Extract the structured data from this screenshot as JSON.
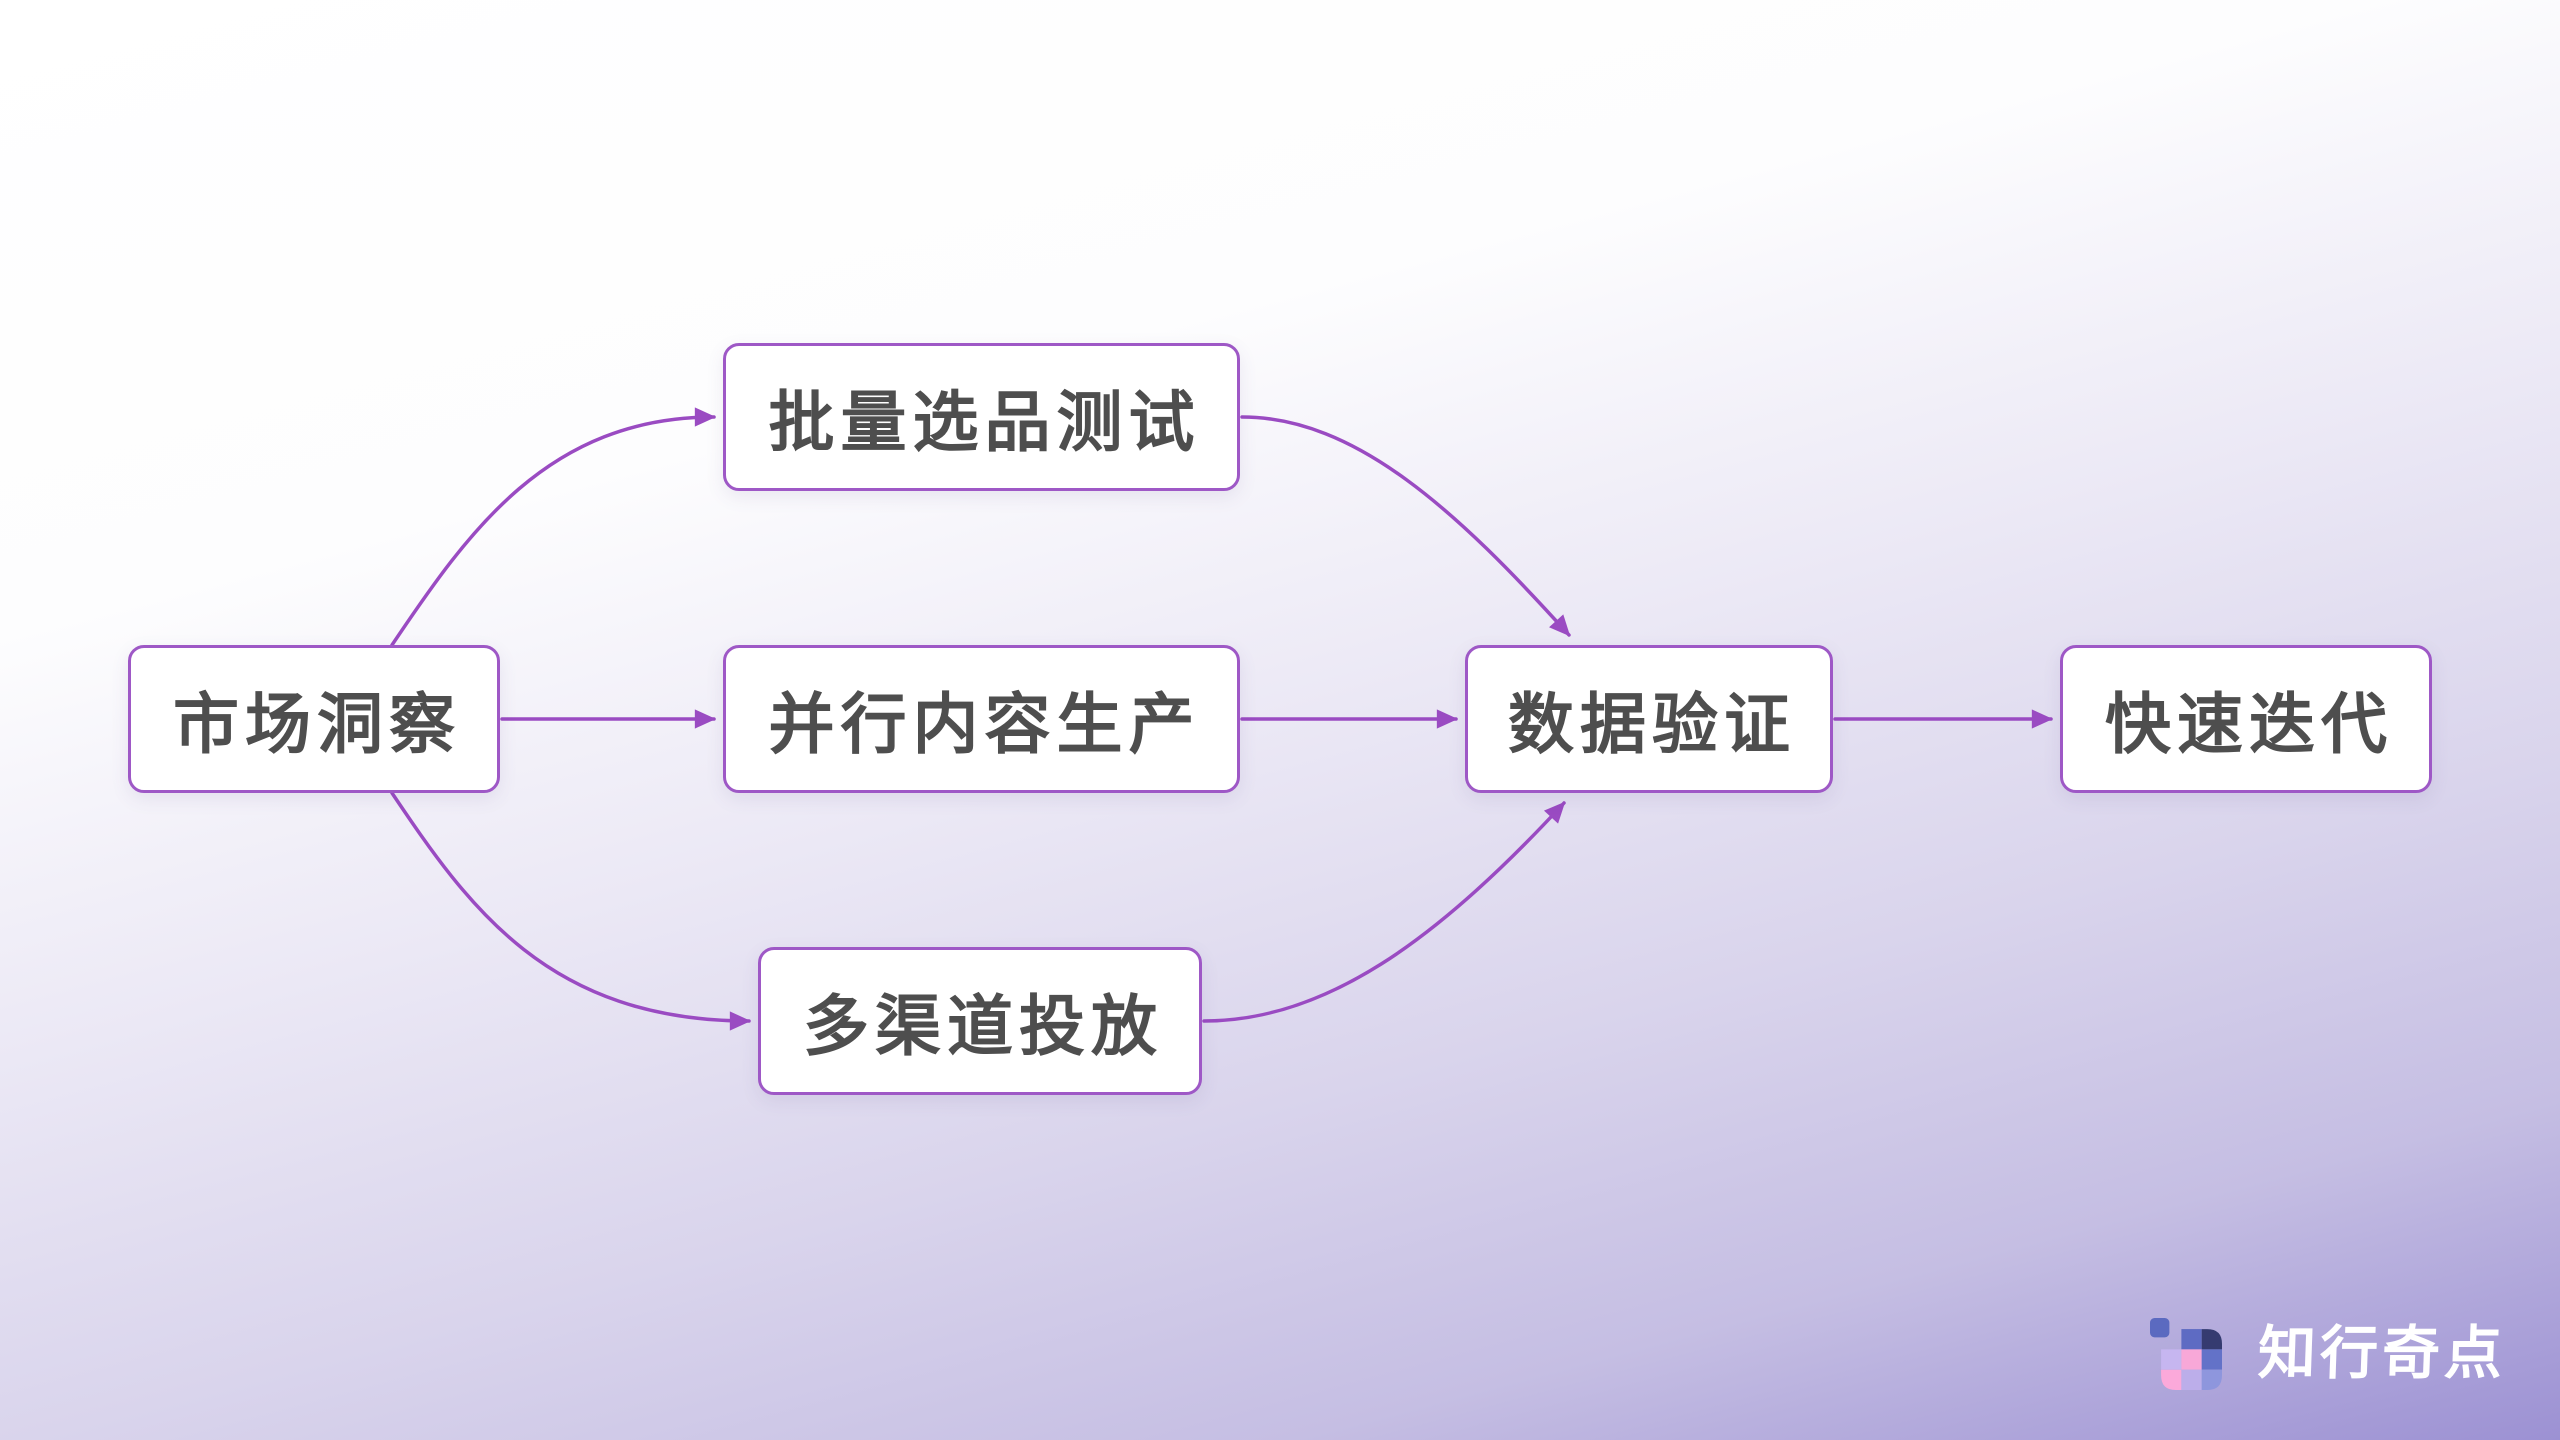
{
  "flow": {
    "nodes": [
      {
        "id": "market-insight",
        "label": "市场洞察"
      },
      {
        "id": "batch-product-testing",
        "label": "批量选品测试"
      },
      {
        "id": "parallel-content-production",
        "label": "并行内容生产"
      },
      {
        "id": "multi-channel-distribution",
        "label": "多渠道投放"
      },
      {
        "id": "data-validation",
        "label": "数据验证"
      },
      {
        "id": "rapid-iteration",
        "label": "快速迭代"
      }
    ],
    "edges": [
      {
        "from": "market-insight",
        "to": "batch-product-testing"
      },
      {
        "from": "market-insight",
        "to": "parallel-content-production"
      },
      {
        "from": "market-insight",
        "to": "multi-channel-distribution"
      },
      {
        "from": "batch-product-testing",
        "to": "data-validation"
      },
      {
        "from": "parallel-content-production",
        "to": "data-validation"
      },
      {
        "from": "multi-channel-distribution",
        "to": "data-validation"
      },
      {
        "from": "data-validation",
        "to": "rapid-iteration"
      }
    ]
  },
  "branding": {
    "logo_text": "知行奇点"
  },
  "colors": {
    "arrow": "#9a4bc2",
    "node_border": "#9e58c6",
    "node_background": "#ffffff",
    "node_text": "#4e4e4e",
    "background_start": "#ffffff",
    "background_end": "#9c91d3",
    "logo_text": "#ffffff",
    "logo_icon_palette": [
      "#5b6ac0",
      "#5e6bc3",
      "#353b70",
      "#c6b6f0",
      "#f8a8d8",
      "#6372c8",
      "#fba9da",
      "#bcaeea",
      "#8e96dd"
    ]
  }
}
